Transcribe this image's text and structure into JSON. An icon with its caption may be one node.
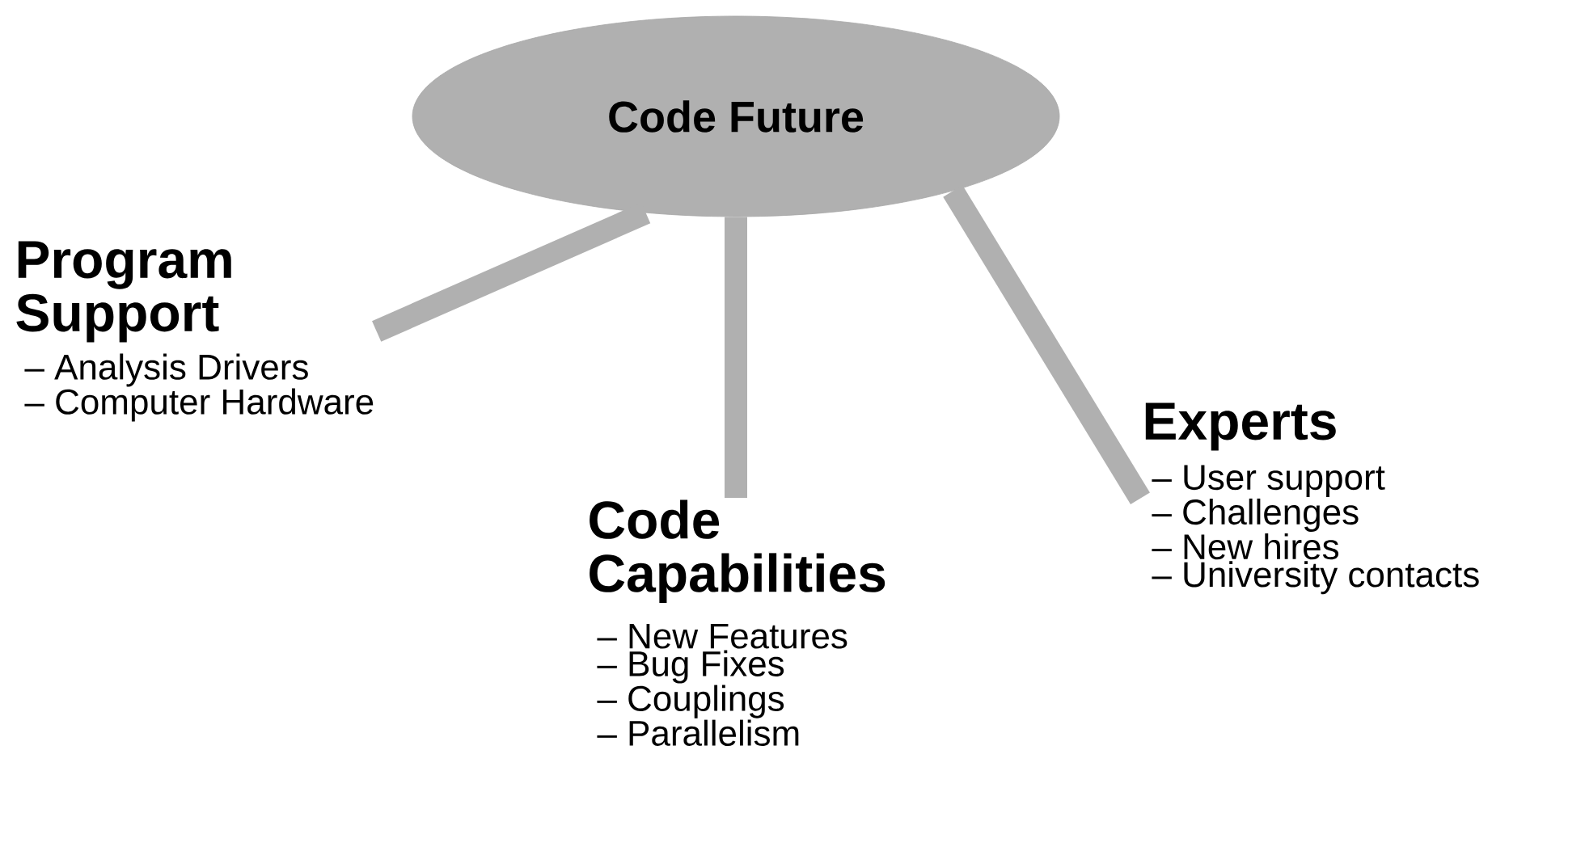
{
  "diagram": {
    "nodes": [
      {
        "text": [
          "Code Future"
        ]
      },
      {
        "text": [
          "Program Support",
          "– Analysis Drivers",
          "– Computer Hardware"
        ]
      },
      {
        "text": [
          "Code Capabilities",
          "– New Features",
          "– Bug Fixes",
          "– Couplings",
          "– Parallelism"
        ]
      },
      {
        "text": [
          "Experts",
          "– User support",
          "– Challenges",
          "– New hires",
          "– University contacts"
        ]
      }
    ],
    "edges": [
      {
        "from": 0,
        "to": 1,
        "arrow": "none"
      },
      {
        "from": 0,
        "to": 2,
        "arrow": "none"
      },
      {
        "from": 0,
        "to": 3,
        "arrow": "none"
      }
    ]
  }
}
